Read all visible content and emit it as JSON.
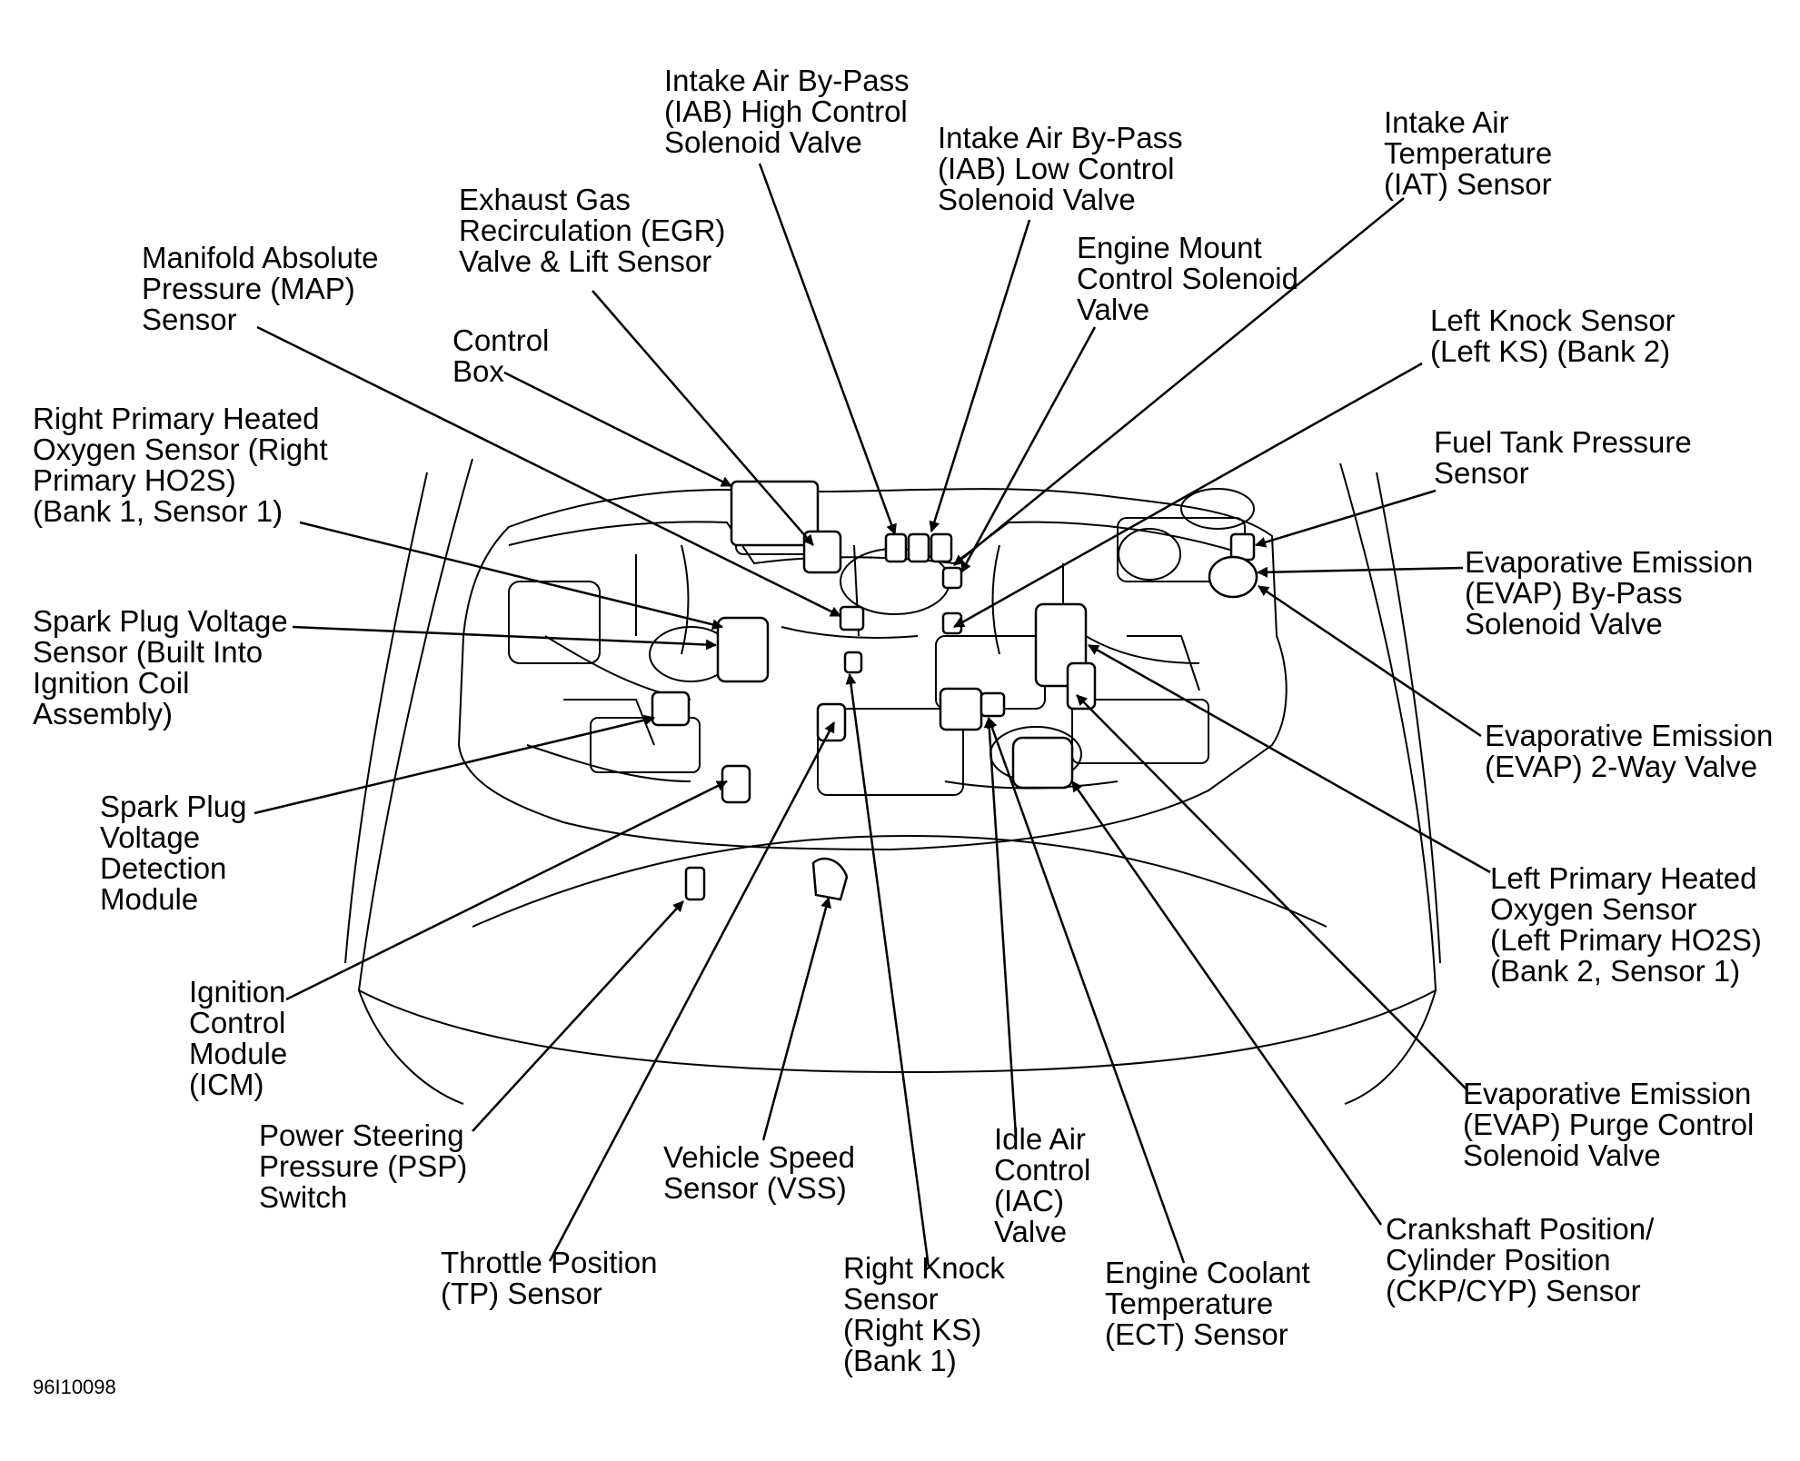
{
  "figure_id": "96I10098",
  "labels": {
    "iab_high": [
      "Intake Air By-Pass",
      "(IAB) High Control",
      "Solenoid Valve"
    ],
    "iab_low": [
      "Intake Air By-Pass",
      "(IAB) Low Control",
      "Solenoid Valve"
    ],
    "iat": [
      "Intake Air",
      "Temperature",
      "(IAT) Sensor"
    ],
    "egr": [
      "Exhaust Gas",
      "Recirculation (EGR)",
      "Valve & Lift Sensor"
    ],
    "map": [
      "Manifold Absolute",
      "Pressure (MAP)",
      "Sensor"
    ],
    "engine_mount": [
      "Engine Mount",
      "Control Solenoid",
      "Valve"
    ],
    "left_ks": [
      "Left Knock Sensor",
      "(Left KS) (Bank 2)"
    ],
    "control_box": [
      "Control",
      "Box"
    ],
    "right_ho2s": [
      "Right Primary Heated",
      "Oxygen Sensor (Right",
      "Primary HO2S)",
      "(Bank 1, Sensor 1)"
    ],
    "fuel_tank": [
      "Fuel Tank Pressure",
      "Sensor"
    ],
    "evap_bypass": [
      "Evaporative Emission",
      "(EVAP) By-Pass",
      "Solenoid Valve"
    ],
    "spark_sensor": [
      "Spark Plug Voltage",
      "Sensor (Built Into",
      "Ignition Coil",
      "Assembly)"
    ],
    "evap_2way": [
      "Evaporative Emission",
      "(EVAP) 2-Way Valve"
    ],
    "spark_module": [
      "Spark Plug",
      "Voltage",
      "Detection",
      "Module"
    ],
    "left_ho2s": [
      "Left Primary Heated",
      "Oxygen Sensor",
      "(Left Primary HO2S)",
      "(Bank 2, Sensor 1)"
    ],
    "icm": [
      "Ignition",
      "Control",
      "Module",
      "(ICM)"
    ],
    "evap_purge": [
      "Evaporative Emission",
      "(EVAP) Purge Control",
      "Solenoid Valve"
    ],
    "psp": [
      "Power Steering",
      "Pressure (PSP)",
      "Switch"
    ],
    "vss": [
      "Vehicle Speed",
      "Sensor (VSS)"
    ],
    "iac": [
      "Idle Air",
      "Control",
      "(IAC)",
      "Valve"
    ],
    "ckp": [
      "Crankshaft Position/",
      "Cylinder Position",
      "(CKP/CYP) Sensor"
    ],
    "tp": [
      "Throttle Position",
      "(TP) Sensor"
    ],
    "right_ks": [
      "Right Knock",
      "Sensor",
      "(Right KS)",
      "(Bank 1)"
    ],
    "ect": [
      "Engine Coolant",
      "Temperature",
      "(ECT) Sensor"
    ]
  }
}
